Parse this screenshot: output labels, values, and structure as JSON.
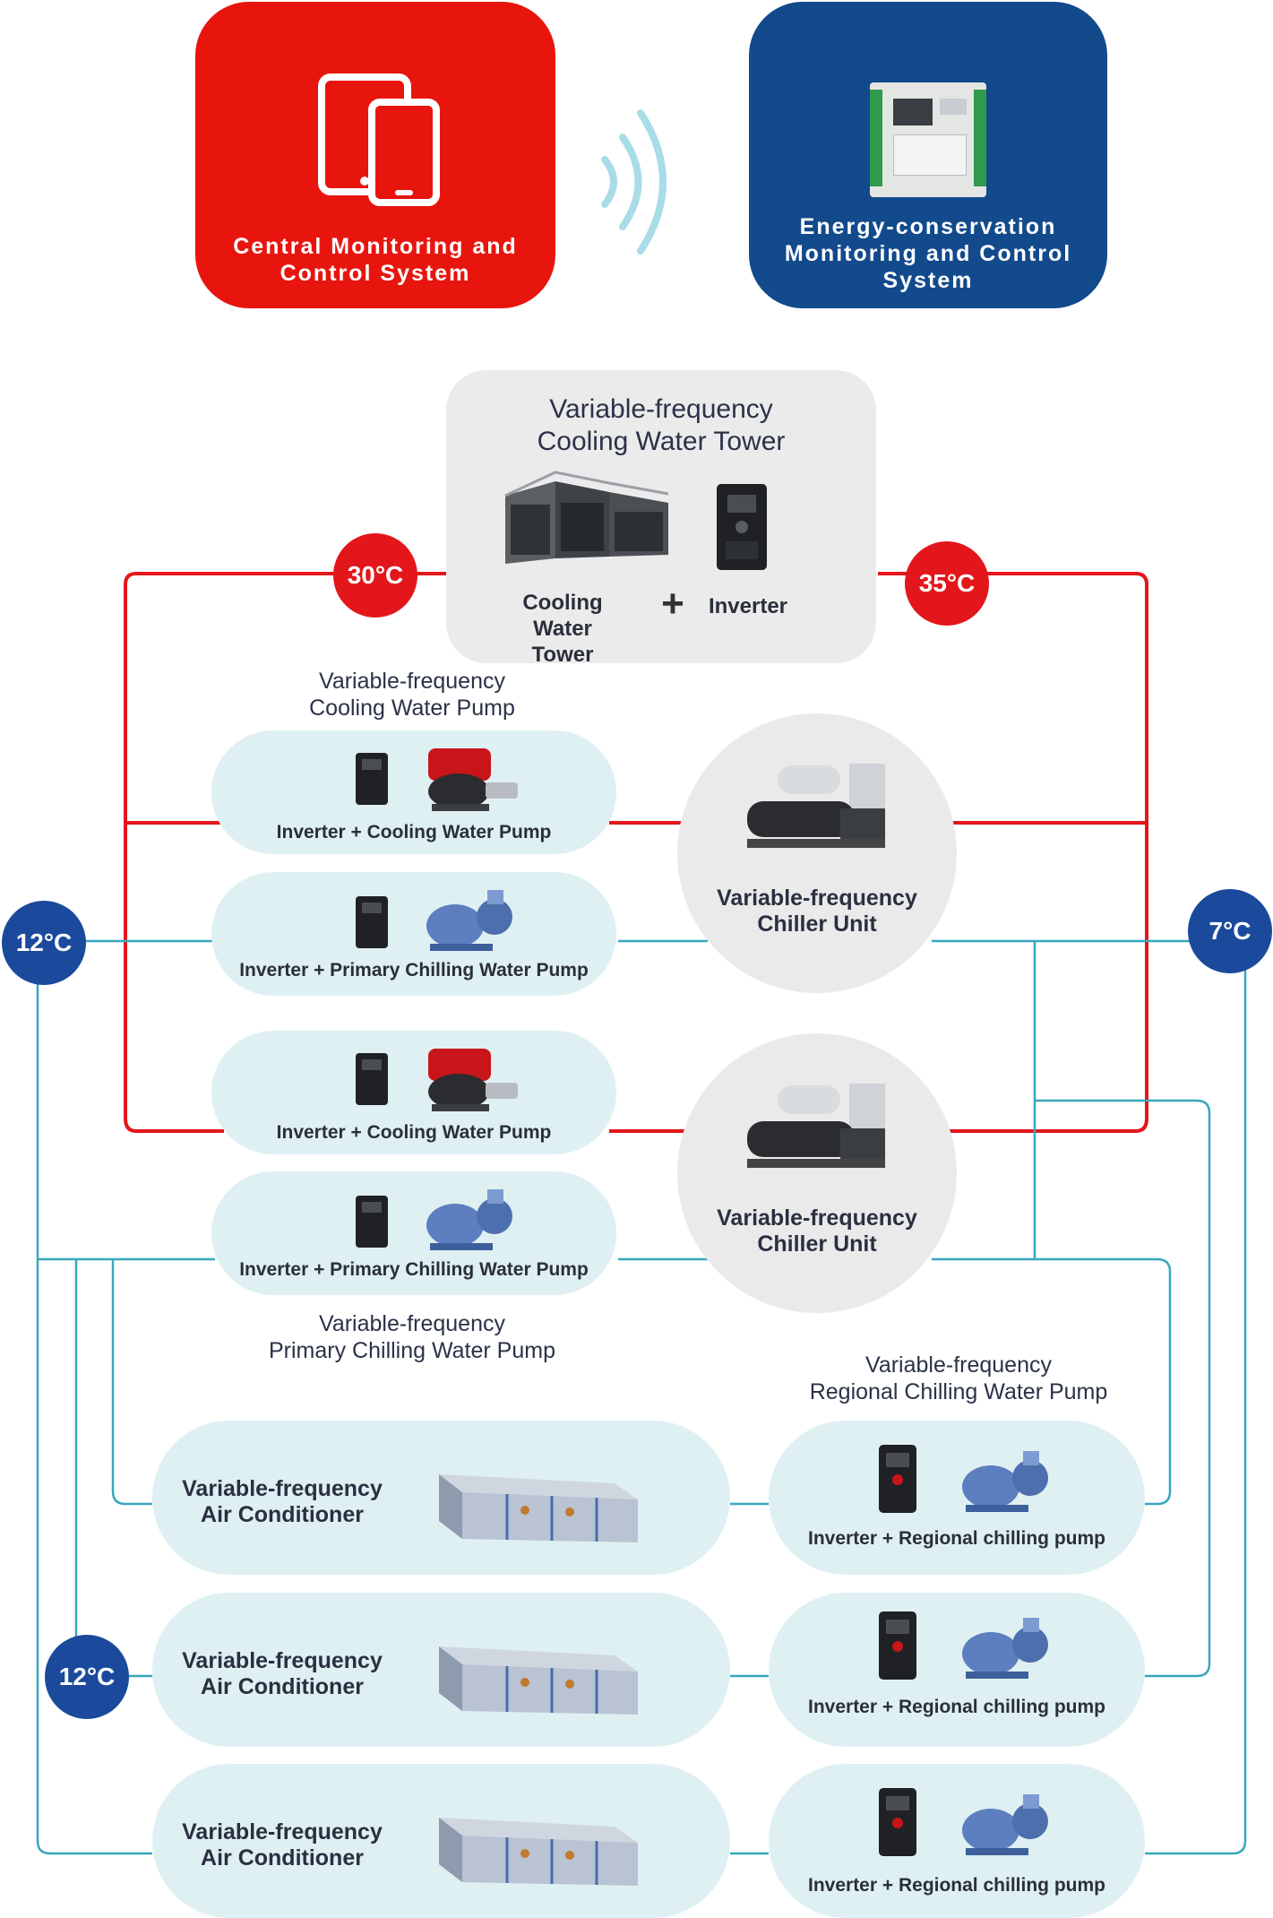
{
  "colors": {
    "red": "#e3161b",
    "blue": "#1b4a9c",
    "teal_line": "#38a7bd",
    "pill_bg": "#dff0f3",
    "panel_red": "#e8150f",
    "panel_blue": "#124a8c"
  },
  "top": {
    "central": {
      "title": "Central Monitoring and Control System",
      "icon": "tablet-phone-icon"
    },
    "wireless_icon": "wireless-signal-icon",
    "energy": {
      "title": "Energy-conservation Monitoring and Control System",
      "icon": "controller-board-icon"
    }
  },
  "tower": {
    "title_line1": "Variable-frequency",
    "title_line2": "Cooling Water Tower",
    "item1_line1": "Cooling Water",
    "item1_line2": "Tower",
    "plus": "+",
    "item2": "Inverter"
  },
  "temps": {
    "t30": "30°C",
    "t35": "35°C",
    "t12_left": "12°C",
    "t7_right": "7°C",
    "t12_bottom": "12°C"
  },
  "captions": {
    "cooling_pump_line1": "Variable-frequency",
    "cooling_pump_line2": "Cooling Water Pump",
    "primary_pump_line1": "Variable-frequency",
    "primary_pump_line2": "Primary Chilling Water Pump",
    "regional_pump_line1": "Variable-frequency",
    "regional_pump_line2": "Regional Chilling Water Pump"
  },
  "pumps": {
    "cooling1": "Inverter + Cooling Water Pump",
    "primary1": "Inverter + Primary Chilling Water Pump",
    "cooling2": "Inverter + Cooling Water Pump",
    "primary2": "Inverter + Primary Chilling Water Pump"
  },
  "chillers": [
    {
      "line1": "Variable-frequency",
      "line2": "Chiller Unit"
    },
    {
      "line1": "Variable-frequency",
      "line2": "Chiller Unit"
    }
  ],
  "air_conditioners": [
    {
      "line1": "Variable-frequency",
      "line2": "Air Conditioner"
    },
    {
      "line1": "Variable-frequency",
      "line2": "Air Conditioner"
    },
    {
      "line1": "Variable-frequency",
      "line2": "Air Conditioner"
    }
  ],
  "regional_pumps": [
    {
      "label": "Inverter + Regional chilling pump"
    },
    {
      "label": "Inverter + Regional chilling pump"
    },
    {
      "label": "Inverter + Regional chilling pump"
    }
  ]
}
